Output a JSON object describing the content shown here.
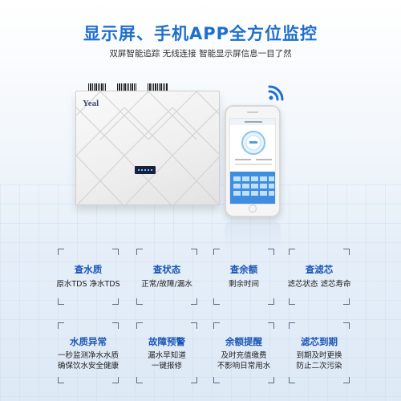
{
  "headline": {
    "title": "显示屏、手机APP全方位监控",
    "subtitle": "双屏智能追踪  无线连接  智能显示屏信息一目了然"
  },
  "device": {
    "brand": "Yeal"
  },
  "colors": {
    "accent": "#1f6fcf",
    "card_title": "#1a55b8"
  },
  "features_top": [
    {
      "title": "查水质",
      "lines": [
        "原水TDS 净水TDS"
      ]
    },
    {
      "title": "查状态",
      "lines": [
        "正常/故障/漏水"
      ]
    },
    {
      "title": "查余额",
      "lines": [
        "剩余时间"
      ]
    },
    {
      "title": "查滤芯",
      "lines": [
        "滤芯状态 滤芯寿命"
      ]
    }
  ],
  "features_bottom": [
    {
      "title": "水质异常",
      "lines": [
        "一秒监测净水水质",
        "确保饮水安全健康"
      ]
    },
    {
      "title": "故障预警",
      "lines": [
        "漏水早知道",
        "一键报修"
      ]
    },
    {
      "title": "余额提醒",
      "lines": [
        "及时充值缴费",
        "不影响日常用水"
      ]
    },
    {
      "title": "滤芯到期",
      "lines": [
        "到期及时更换",
        "防止二次污染"
      ]
    }
  ]
}
